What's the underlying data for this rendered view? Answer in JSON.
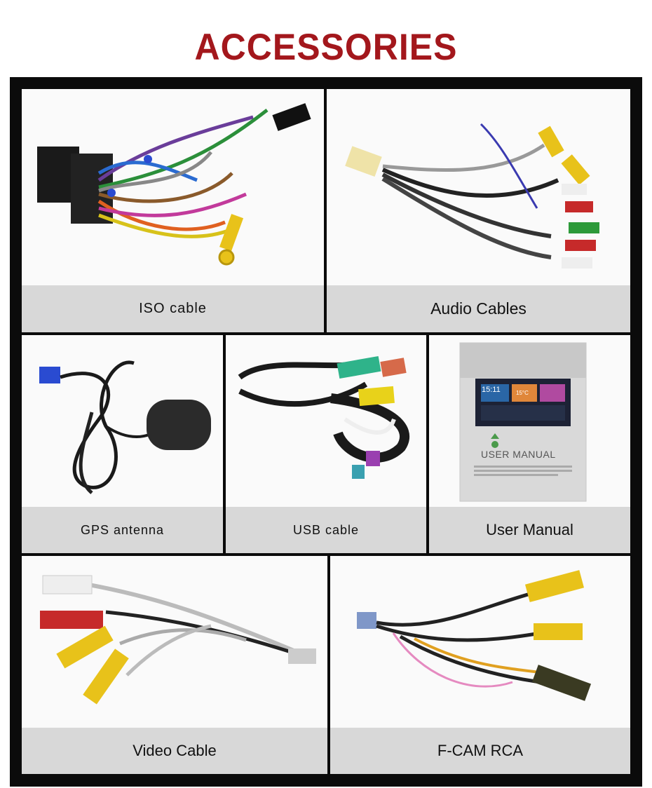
{
  "page_title": "ACCESSORIES",
  "items": [
    {
      "label": "ISO cable",
      "icon": "iso-cable-photo"
    },
    {
      "label": "Audio Cables",
      "icon": "audio-cables-photo"
    },
    {
      "label": "GPS antenna",
      "icon": "gps-antenna-photo"
    },
    {
      "label": "USB cable",
      "icon": "usb-cable-photo"
    },
    {
      "label": "User Manual",
      "icon": "user-manual-photo"
    },
    {
      "label": "Video Cable",
      "icon": "video-cable-photo"
    },
    {
      "label": "F-CAM RCA",
      "icon": "fcam-rca-photo"
    }
  ],
  "manual_cover": {
    "title": "USER MANUAL",
    "clock": "15:11",
    "temp": "15°C"
  },
  "colors": {
    "title": "#a3171c",
    "frame": "#0b0b0b",
    "label_bg": "#d8d8d8"
  }
}
